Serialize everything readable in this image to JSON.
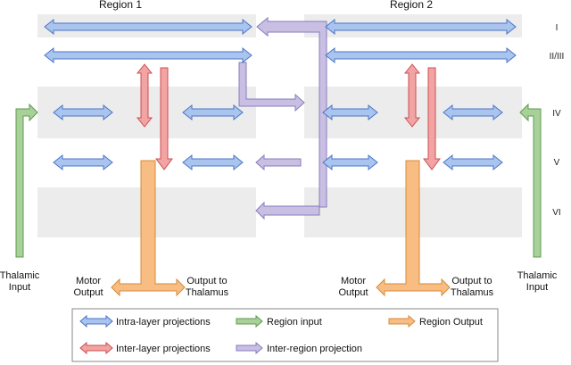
{
  "regions": {
    "region1": "Region 1",
    "region2": "Region 2"
  },
  "layers": [
    "I",
    "II/III",
    "IV",
    "V",
    "VI"
  ],
  "labels": {
    "thalamic_input_left": [
      "Thalamic",
      "Input"
    ],
    "thalamic_input_right": [
      "Thalamic",
      "Input"
    ],
    "motor_output_left": [
      "Motor",
      "Output"
    ],
    "output_thalamus_left": [
      "Output to",
      "Thalamus"
    ],
    "motor_output_right": [
      "Motor",
      "Output"
    ],
    "output_thalamus_right": [
      "Output to",
      "Thalamus"
    ]
  },
  "legend": {
    "intra_layer": "Intra-layer projections",
    "region_input": "Region input",
    "region_output": "Region Output",
    "inter_layer": "Inter-layer projections",
    "inter_region": "Inter-region projection"
  },
  "colors": {
    "blue_fill": "#a9c4ee",
    "blue_stroke": "#4a74c4",
    "red_fill": "#f2a3a3",
    "red_stroke": "#cc4f4f",
    "green_fill": "#a8d19a",
    "green_stroke": "#5f9a4f",
    "orange_fill": "#f7bd82",
    "orange_stroke": "#d98a3a",
    "purple_fill": "#c8bfe3",
    "purple_stroke": "#8a7bbf",
    "band": "#ececec"
  }
}
